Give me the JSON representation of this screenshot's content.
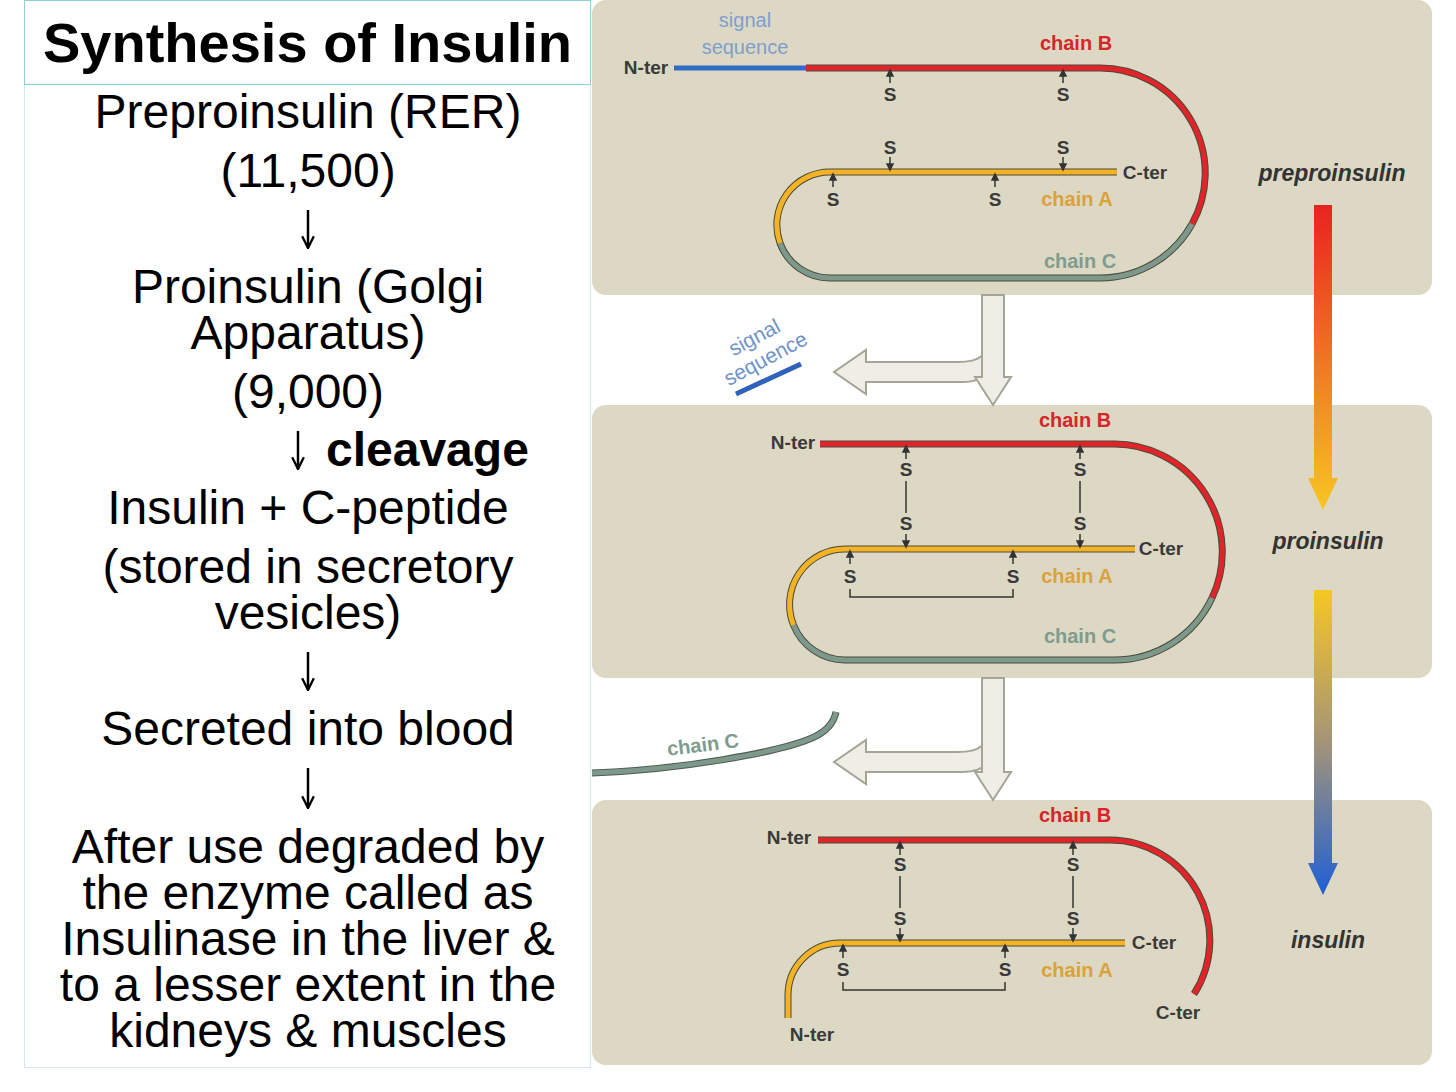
{
  "diagram": {
    "title": "Synthesis of Insulin",
    "nodes": [
      {
        "text": [
          "Preproinsulin (RER)",
          "(11,500)"
        ]
      },
      {
        "text": [
          "Proinsulin (Golgi Apparatus)",
          "(9,000)"
        ]
      },
      {
        "text": [
          "Insulin + C-peptide",
          "(stored in secretory vesicles)"
        ]
      },
      {
        "text": [
          "Secreted into blood"
        ]
      },
      {
        "text": [
          "After use degraded by the enzyme called as Insulinase in the liver & to a lesser extent in the kidneys & muscles"
        ]
      },
      {
        "text": [
          "signal sequence",
          "chain B",
          "N-ter",
          "S",
          "S",
          "S",
          "S",
          "C-ter",
          "preproinsulin",
          "S",
          "S",
          "chain A",
          "chain C"
        ]
      },
      {
        "text": [
          "chain B",
          "N-ter",
          "S",
          "S",
          "S",
          "S",
          "proinsulin",
          "C-ter",
          "S",
          "S",
          "chain A",
          "chain C"
        ]
      },
      {
        "text": [
          "chain B",
          "N-ter",
          "S",
          "S",
          "S",
          "S",
          "insulin",
          "C-ter",
          "S",
          "S",
          "chain A",
          "C-ter",
          "N-ter"
        ]
      }
    ],
    "edges": [
      {
        "from": 0,
        "to": 1,
        "arrow": "to"
      },
      {
        "from": 1,
        "to": 2,
        "label": "cleavage",
        "arrow": "to"
      },
      {
        "from": 2,
        "to": 3,
        "arrow": "to"
      },
      {
        "from": 3,
        "to": 4,
        "arrow": "to"
      },
      {
        "from": 5,
        "to": 6,
        "arrow": "to"
      },
      {
        "from": 6,
        "to": 7,
        "arrow": "to"
      }
    ],
    "labels": [
      "signal sequence",
      "chain C"
    ]
  }
}
